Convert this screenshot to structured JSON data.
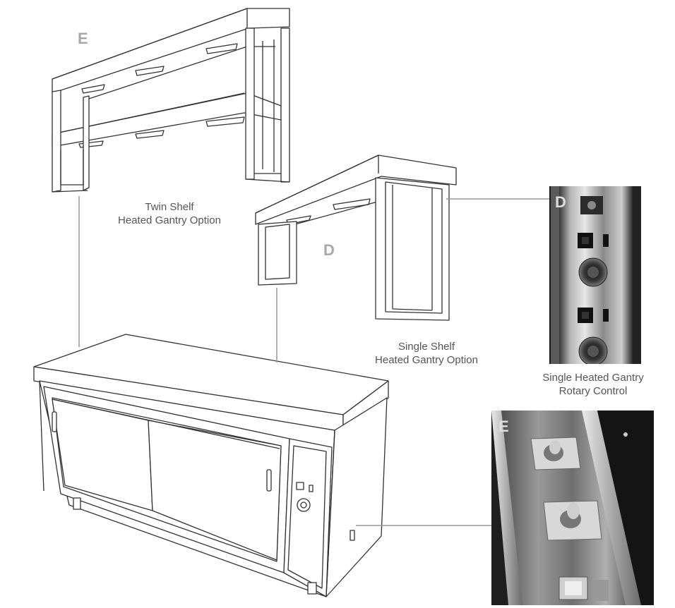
{
  "labels": {
    "twin_shelf": [
      "Twin Shelf",
      "Heated Gantry Option"
    ],
    "single_shelf": [
      "Single Shelf",
      "Heated Gantry Option"
    ],
    "rotary": [
      "Single Heated Gantry",
      "Rotary Control"
    ]
  },
  "letters": {
    "twin": "E",
    "single": "D",
    "photo_d": "D",
    "photo_e": "E"
  },
  "colors": {
    "line": "#333333",
    "connector": "#999999",
    "label_text": "#555555",
    "letter_gray": "#a8a8a8"
  }
}
